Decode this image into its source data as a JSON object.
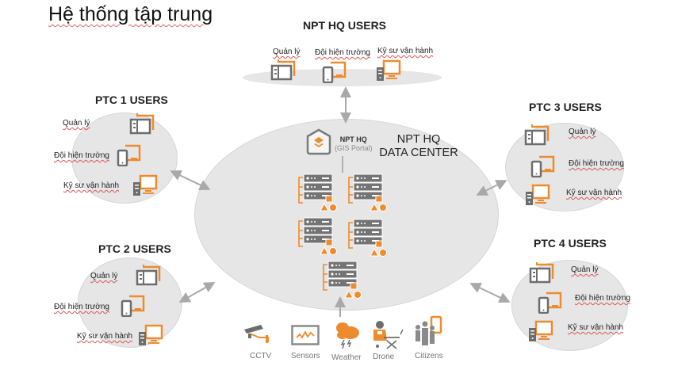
{
  "title": "Hệ thống tập trung",
  "hq_users": {
    "title": "NPT HQ USERS",
    "roles": [
      {
        "label": "Quản lý",
        "icon": "tablet-desktop-icon"
      },
      {
        "label": "Đội hiện trường",
        "icon": "phone-desktop-icon"
      },
      {
        "label": "Kỹ sư vận hành",
        "icon": "workstation-icon"
      }
    ]
  },
  "ptc_groups": [
    {
      "id": "ptc1",
      "title": "PTC 1 USERS",
      "roles": [
        "Quản lý",
        "Đội hiện trường",
        "Kỹ sư vận hành"
      ]
    },
    {
      "id": "ptc2",
      "title": "PTC 2 USERS",
      "roles": [
        "Quản lý",
        "Đội hiện trường",
        "Kỹ sư vận hành"
      ]
    },
    {
      "id": "ptc3",
      "title": "PTC 3 USERS",
      "roles": [
        "Quản lý",
        "Đội hiện trường",
        "Kỹ sư vận hành"
      ]
    },
    {
      "id": "ptc4",
      "title": "PTC 4 USERS",
      "roles": [
        "Quản lý",
        "Đội hiện trường",
        "Kỹ sư vận hành"
      ]
    }
  ],
  "data_center": {
    "title_line1": "NPT HQ",
    "title_line2": "DATA CENTER",
    "portal_name": "NPT HQ",
    "portal_sub": "(GIS Portal)",
    "server_count": 5
  },
  "sources": [
    {
      "label": "CCTV",
      "icon": "cctv-camera-icon"
    },
    {
      "label": "Sensors",
      "icon": "sensor-chart-icon"
    },
    {
      "label": "Weather",
      "icon": "weather-storm-icon"
    },
    {
      "label": "Drone",
      "icon": "drone-operator-icon"
    },
    {
      "label": "Citizens",
      "icon": "citizens-phone-icon"
    }
  ],
  "colors": {
    "accent": "#ed8b2f",
    "device_gray": "#6d6d6d",
    "ellipse": "#e6e6e6",
    "arrow": "#a9a9a9"
  }
}
